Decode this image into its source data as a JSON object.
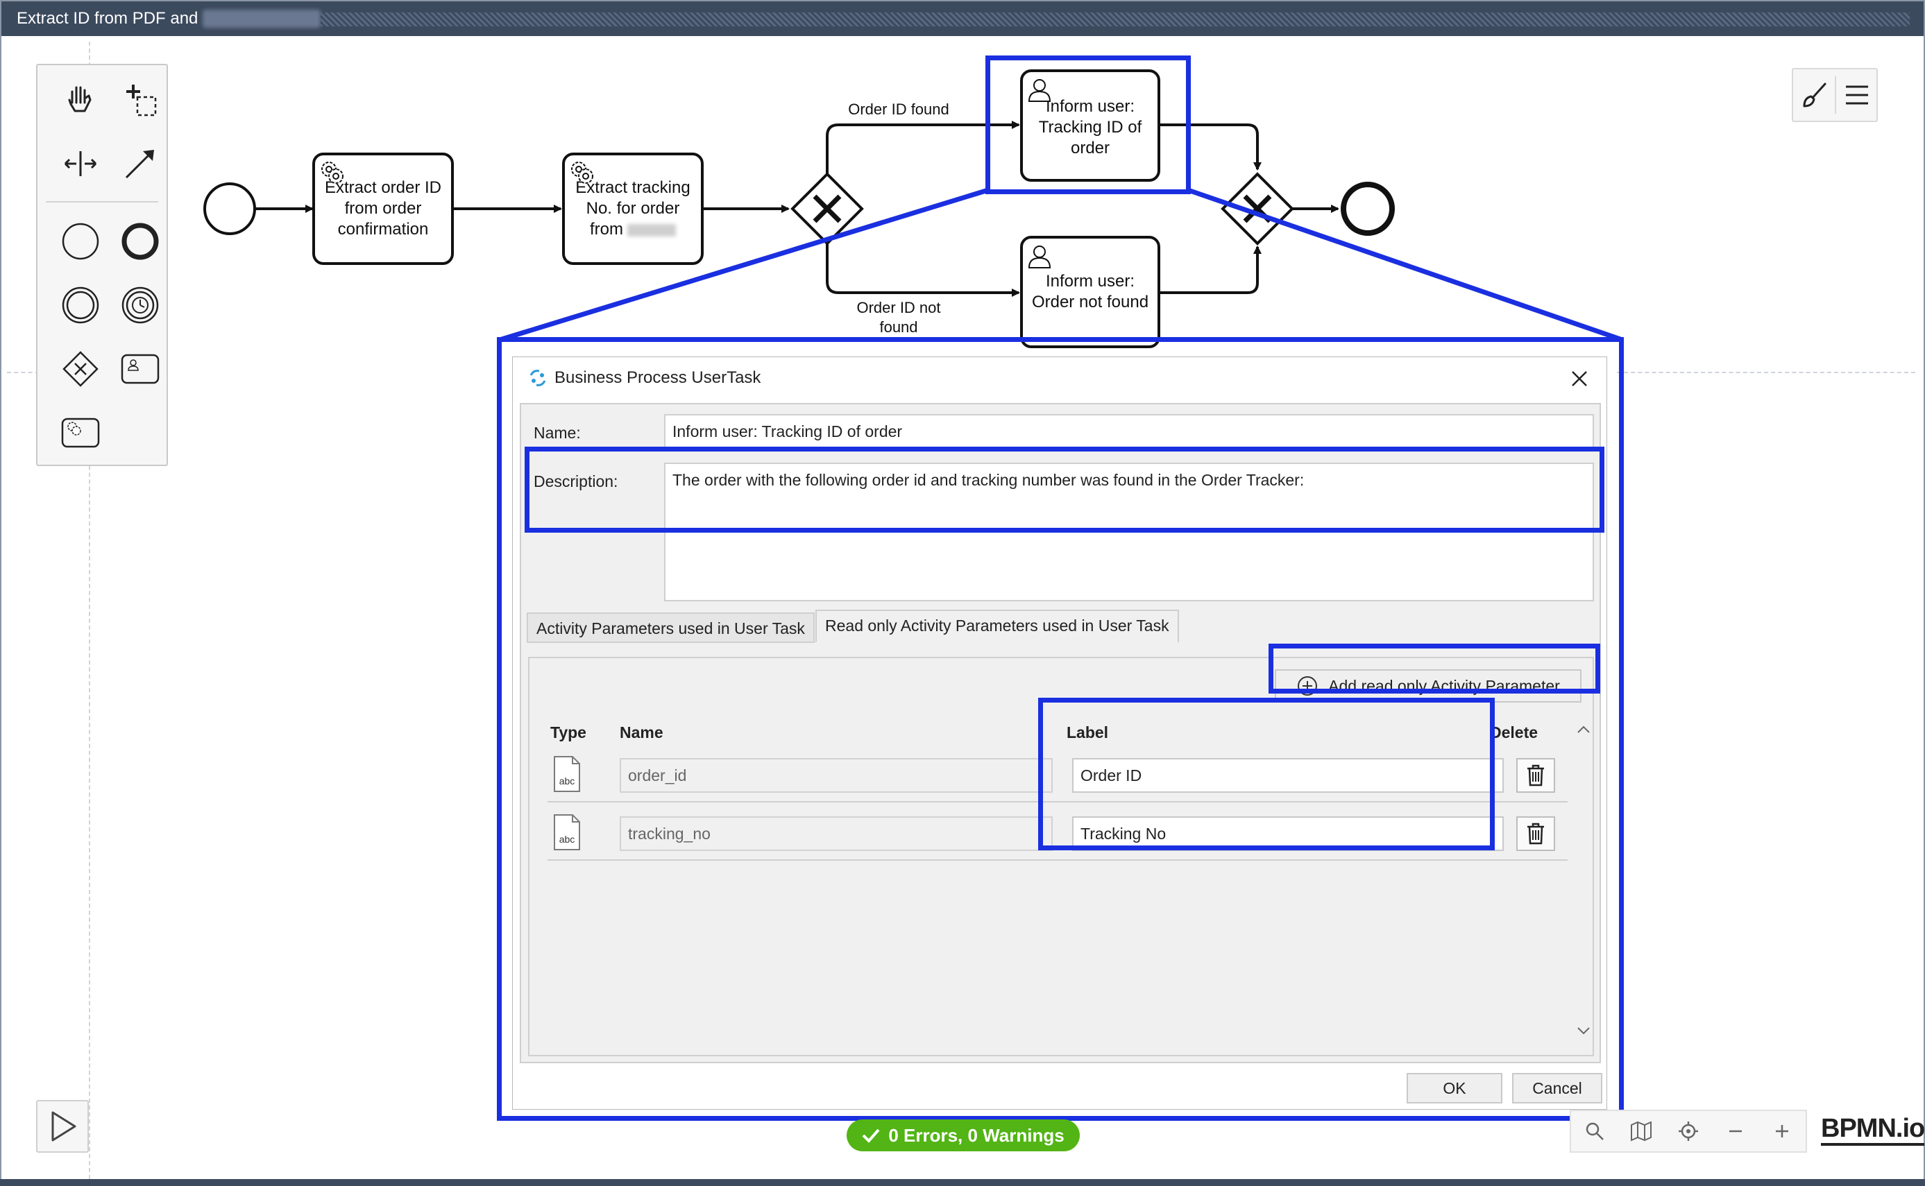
{
  "window": {
    "title": "Extract ID from PDF and"
  },
  "diagram": {
    "tasks": [
      {
        "label_lines": [
          "Extract order ID",
          "from order",
          "confirmation"
        ]
      },
      {
        "label_lines": [
          "Extract tracking",
          "No. for order",
          "from"
        ]
      },
      {
        "label_lines": [
          "Inform user:",
          "Tracking ID of",
          "order"
        ]
      },
      {
        "label_lines": [
          "Inform user:",
          "Order not found"
        ]
      }
    ],
    "flow_labels": {
      "found": "Order ID found",
      "not_found_1": "Order ID not",
      "not_found_2": "found"
    }
  },
  "dialog": {
    "title": "Business Process UserTask",
    "name_label": "Name:",
    "name_value": "Inform user: Tracking ID of order",
    "description_label": "Description:",
    "description_value": "The order with the following order id and  tracking number was found in the Order Tracker:",
    "tabs": [
      "Activity Parameters used in User Task",
      "Read only Activity Parameters used in User Task"
    ],
    "add_button": "Add read only Activity Parameter",
    "columns": {
      "type": "Type",
      "name": "Name",
      "label": "Label",
      "delete": "Delete"
    },
    "rows": [
      {
        "type": "abc",
        "name": "order_id",
        "label": "Order ID"
      },
      {
        "type": "abc",
        "name": "tracking_no",
        "label": "Tracking No"
      }
    ],
    "ok": "OK",
    "cancel": "Cancel"
  },
  "status": {
    "text": "0 Errors, 0 Warnings",
    "color": "#52b415"
  },
  "branding": {
    "logo_text": "BPMN.io"
  },
  "colors": {
    "highlight": "#1a2fe0",
    "titlebar": "#3c4a5e"
  },
  "icons": {
    "palette": [
      "hand-tool-icon",
      "lasso-tool-icon",
      "space-tool-icon",
      "connect-tool-icon",
      "start-event-icon",
      "end-event-icon",
      "intermediate-event-icon",
      "timer-event-icon",
      "gateway-icon",
      "user-task-icon",
      "service-task-icon"
    ],
    "topright": [
      "paintbrush-icon",
      "menu-icon"
    ],
    "zoom": [
      "search-icon",
      "map-icon",
      "target-icon",
      "zoom-out-icon",
      "zoom-in-icon"
    ]
  }
}
